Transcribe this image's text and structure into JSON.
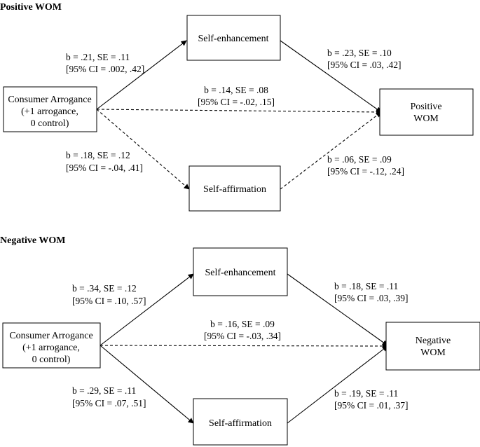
{
  "panels": [
    {
      "title": "Positive WOM",
      "nodes": {
        "predictor": [
          "Consumer Arrogance",
          "(+1 arrogance,",
          "0 control)"
        ],
        "mediator1": [
          "Self-enhancement"
        ],
        "mediator2": [
          "Self-affirmation"
        ],
        "outcome": [
          "Positive",
          "WOM"
        ]
      },
      "paths": {
        "a1": [
          "b = .21, SE = .11",
          "[95% CI = .002, .42]"
        ],
        "b1": [
          "b = .23, SE = .10",
          "[95% CI = .03, .42]"
        ],
        "c": [
          "b = .14, SE = .08",
          "[95% CI = -.02, .15]"
        ],
        "a2": [
          "b = .18, SE = .12",
          "[95% CI = -.04, .41]"
        ],
        "b2": [
          "b = .06, SE = .09",
          "[95% CI = -.12, .24]"
        ]
      },
      "line_styles": {
        "a1": "solid",
        "b1": "solid",
        "c": "dashed",
        "a2": "dashed",
        "b2": "dashed"
      }
    },
    {
      "title": "Negative WOM",
      "nodes": {
        "predictor": [
          "Consumer Arrogance",
          "(+1 arrogance,",
          "0 control)"
        ],
        "mediator1": [
          "Self-enhancement"
        ],
        "mediator2": [
          "Self-affirmation"
        ],
        "outcome": [
          "Negative",
          "WOM"
        ]
      },
      "paths": {
        "a1": [
          "b = .34, SE = .12",
          "[95% CI = .10, .57]"
        ],
        "b1": [
          "b = .18, SE = .11",
          "[95% CI = .03, .39]"
        ],
        "c": [
          "b = .16, SE = .09",
          "[95% CI = -.03, .34]"
        ],
        "a2": [
          "b = .29, SE = .11",
          "[95% CI = .07, .51]"
        ],
        "b2": [
          "b = .19, SE = .11",
          "[95% CI = .01, .37]"
        ]
      },
      "line_styles": {
        "a1": "solid",
        "b1": "solid",
        "c": "dashed",
        "a2": "solid",
        "b2": "solid"
      }
    }
  ]
}
